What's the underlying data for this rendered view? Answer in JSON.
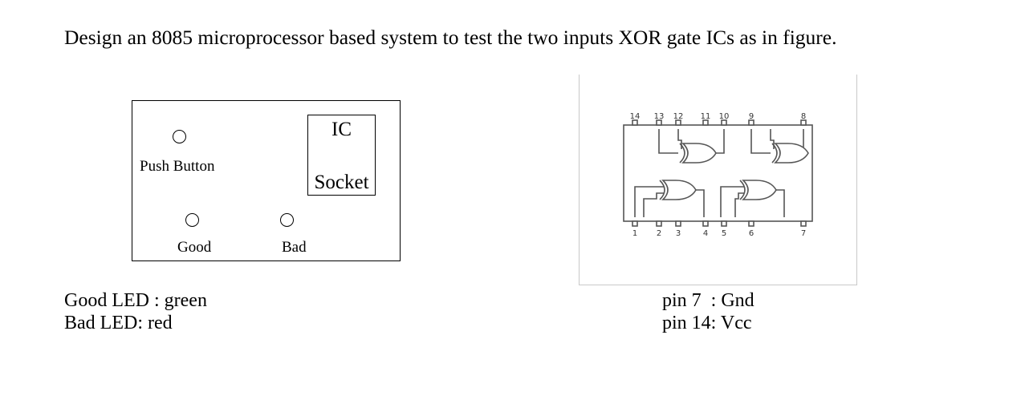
{
  "question": {
    "title": "Design an 8085 microprocessor based system to test the two inputs XOR gate ICs as in figure."
  },
  "board": {
    "push_button_label": "Push Button",
    "good_label": "Good",
    "bad_label": "Bad",
    "socket_line1": "IC",
    "socket_line2": "Socket"
  },
  "notes": {
    "good_led": "Good LED : green",
    "bad_led": "Bad LED: red",
    "pin7": "pin 7  : Gnd",
    "pin14": "pin 14: Vcc"
  },
  "ic": {
    "top_pins": [
      "14",
      "13",
      "12",
      "11",
      "10",
      "9",
      "8"
    ],
    "bottom_pins": [
      "1",
      "2",
      "3",
      "4",
      "5",
      "6",
      "7"
    ]
  }
}
